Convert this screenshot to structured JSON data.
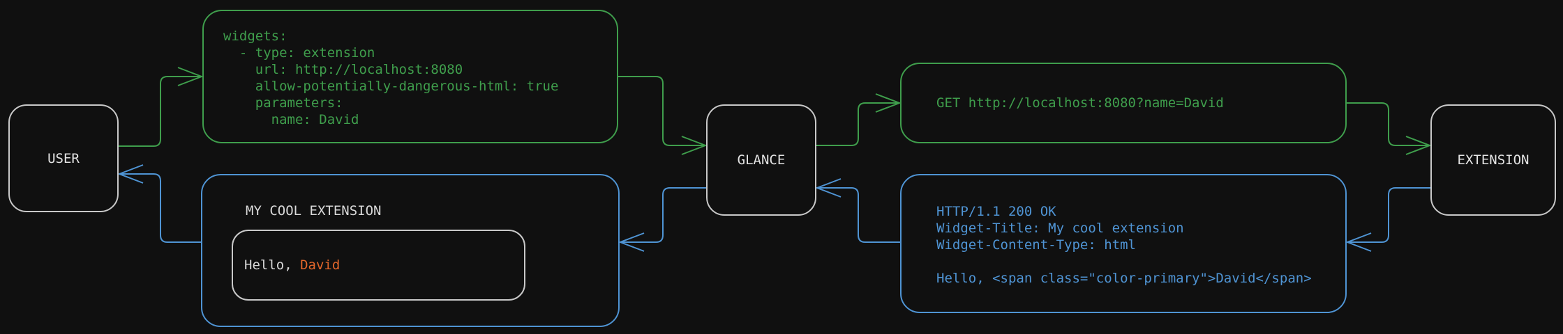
{
  "diagram": {
    "colors": {
      "request_green": "#3f9e4c",
      "response_blue": "#4f94d4",
      "accent_orange": "#e4672b",
      "node_border_gray": "#c9c9c9",
      "background": "#101010"
    },
    "nodes": [
      {
        "id": "user",
        "label": "USER"
      },
      {
        "id": "glance",
        "label": "GLANCE"
      },
      {
        "id": "extension",
        "label": "EXTENSION"
      }
    ],
    "config_box": {
      "lines": [
        "widgets:",
        "  - type: extension",
        "    url: http://localhost:8080",
        "    allow-potentially-dangerous-html: true",
        "    parameters:",
        "      name: David"
      ]
    },
    "request_box": {
      "text": "GET http://localhost:8080?name=David"
    },
    "response_box": {
      "lines": [
        "HTTP/1.1 200 OK",
        "Widget-Title: My cool extension",
        "Widget-Content-Type: html",
        "",
        "Hello, <span class=\"color-primary\">David</span>"
      ]
    },
    "widget_box": {
      "title": "MY COOL EXTENSION",
      "greeting_prefix": "Hello, ",
      "greeting_name": "David"
    }
  }
}
